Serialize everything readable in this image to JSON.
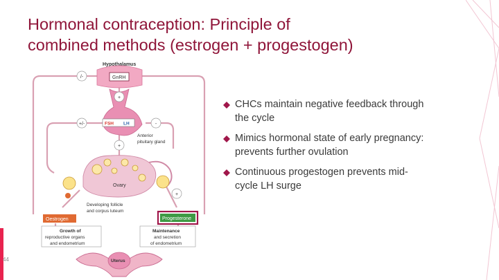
{
  "slide": {
    "title_line1": "Hormonal contraception: Principle of",
    "title_line2": "combined methods (estrogen + progestogen)",
    "page_number": "44"
  },
  "bullets": [
    {
      "text": "CHCs maintain negative feedback through the cycle"
    },
    {
      "text": "Mimics hormonal state of early pregnancy: prevents further ovulation"
    },
    {
      "text": "Continuous progestogen prevents mid-cycle LH surge"
    }
  ],
  "diagram": {
    "hypothalamus": "Hypothalamus",
    "gnrh": "GnRH",
    "fsh": "FSH",
    "lh": "LH",
    "anterior_pituitary_1": "Anterior",
    "anterior_pituitary_2": "pituitary gland",
    "ovary": "Ovary",
    "follicle_1": "Developing follicle",
    "follicle_2": "and corpus luteum",
    "oestrogen": "Oestrogen",
    "progesterone": "Progesterone",
    "growth_1": "Growth of",
    "growth_2": "reproductive organs",
    "growth_3": "and endometrium",
    "maint_1": "Maintenance",
    "maint_2": "and secretion",
    "maint_3": "of endometrium",
    "uterus": "Uterus",
    "sign_neg": "/-",
    "sign_mixed": "+/-",
    "sign_plus": "+",
    "sign_minus": "-"
  },
  "colors": {
    "title": "#8f1539",
    "accent": "#e8234f",
    "arrow": "#d9a0b2",
    "oestrogen_box": "#e06a32",
    "progesterone_box": "#3e9a44",
    "progesterone_border": "#a0174a",
    "fsh": "#d8352a",
    "lh": "#2a5ea8",
    "pituitary": "#e98fb3"
  }
}
